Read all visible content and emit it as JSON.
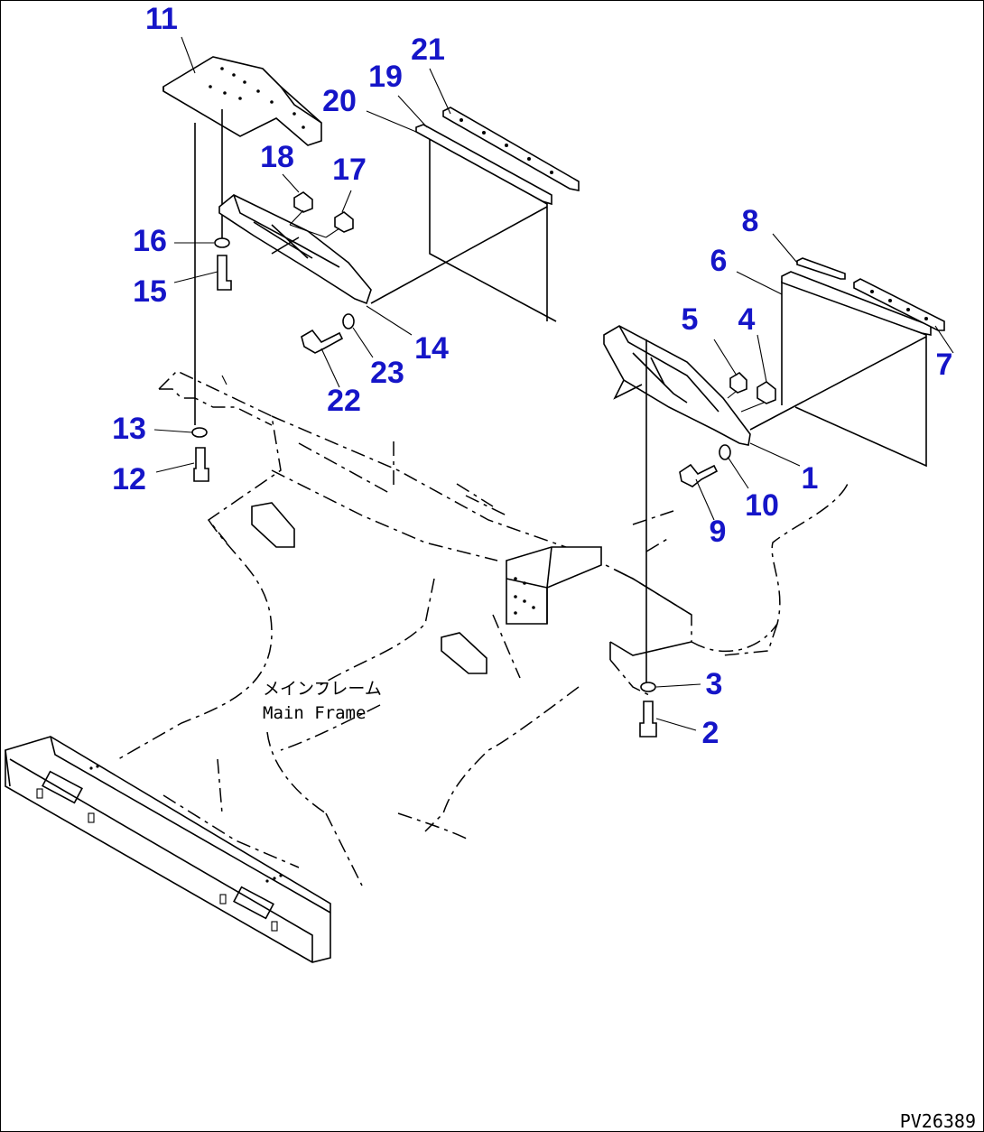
{
  "diagram": {
    "frame_label_jp": "メインフレーム",
    "frame_label_en": "Main Frame",
    "drawing_code": "PV26389",
    "callouts": [
      {
        "id": "c1",
        "label": "1"
      },
      {
        "id": "c2",
        "label": "2"
      },
      {
        "id": "c3",
        "label": "3"
      },
      {
        "id": "c4",
        "label": "4"
      },
      {
        "id": "c5",
        "label": "5"
      },
      {
        "id": "c6",
        "label": "6"
      },
      {
        "id": "c7",
        "label": "7"
      },
      {
        "id": "c8",
        "label": "8"
      },
      {
        "id": "c9",
        "label": "9"
      },
      {
        "id": "c10",
        "label": "10"
      },
      {
        "id": "c11",
        "label": "11"
      },
      {
        "id": "c12",
        "label": "12"
      },
      {
        "id": "c13",
        "label": "13"
      },
      {
        "id": "c14",
        "label": "14"
      },
      {
        "id": "c15",
        "label": "15"
      },
      {
        "id": "c16",
        "label": "16"
      },
      {
        "id": "c17",
        "label": "17"
      },
      {
        "id": "c18",
        "label": "18"
      },
      {
        "id": "c19",
        "label": "19"
      },
      {
        "id": "c20",
        "label": "20"
      },
      {
        "id": "c21",
        "label": "21"
      },
      {
        "id": "c22",
        "label": "22"
      },
      {
        "id": "c23",
        "label": "23"
      }
    ],
    "colors": {
      "callout": "#1515c8",
      "line": "#000000",
      "background": "#ffffff"
    }
  }
}
